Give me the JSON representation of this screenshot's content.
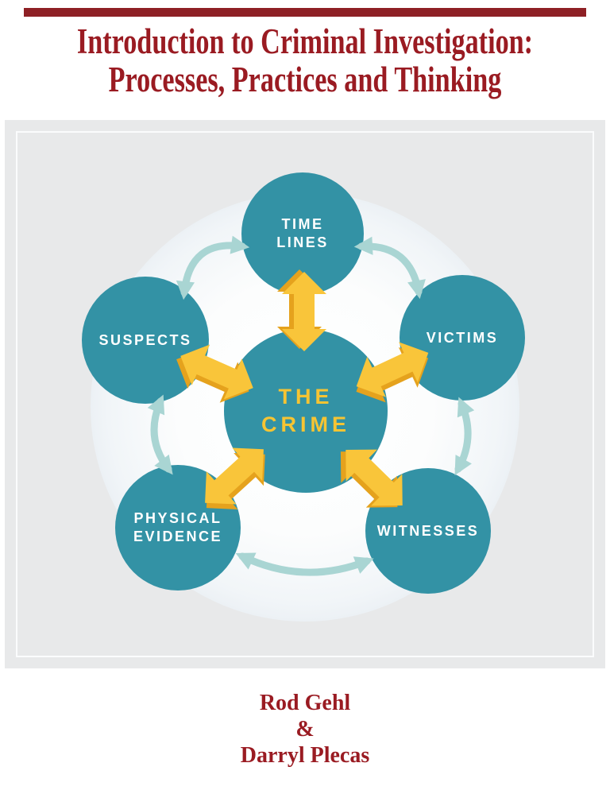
{
  "title": {
    "line1": "Introduction to Criminal Investigation:",
    "line2": "Processes, Practices and Thinking",
    "color": "#9a1b22"
  },
  "top_bar": {
    "color": "#8e2025"
  },
  "authors": {
    "name1": "Rod Gehl",
    "separator": "&",
    "name2": "Darryl Plecas",
    "color": "#9a1b22"
  },
  "diagram": {
    "panel_background": "#e8e9ea",
    "inner_border_color": "#fbfcfd",
    "background_circle_gradient": [
      "#ffffff",
      "#dde4eb"
    ],
    "node_color": "#3392a5",
    "node_text_color": "#ffffff",
    "center_text_color": "#f6c433",
    "yellow_arrow_color": "#f9c53a",
    "yellow_arrow_shade_color": "#e5a21d",
    "teal_arrow_color": "#a9d5d3",
    "center": {
      "id": "the-crime",
      "label": "THE\nCRIME"
    },
    "nodes": [
      {
        "id": "time-lines",
        "label": "TIME\nLINES"
      },
      {
        "id": "victims",
        "label": "VICTIMS"
      },
      {
        "id": "suspects",
        "label": "SUSPECTS"
      },
      {
        "id": "physical-evidence",
        "label": "PHYSICAL\nEVIDENCE"
      },
      {
        "id": "witnesses",
        "label": "WITNESSES"
      }
    ]
  }
}
